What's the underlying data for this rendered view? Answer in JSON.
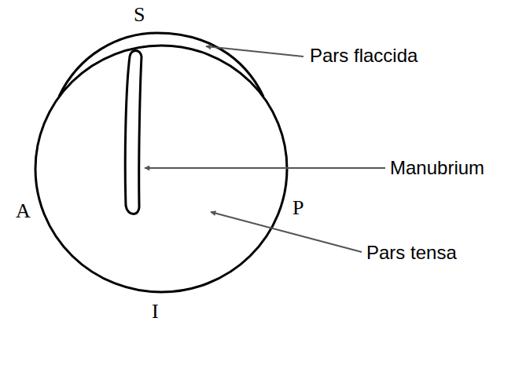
{
  "diagram": {
    "labels": [
      "S",
      "Pars flaccida",
      "A",
      "Manubrium",
      "P",
      "Pars tensa",
      "I"
    ]
  }
}
